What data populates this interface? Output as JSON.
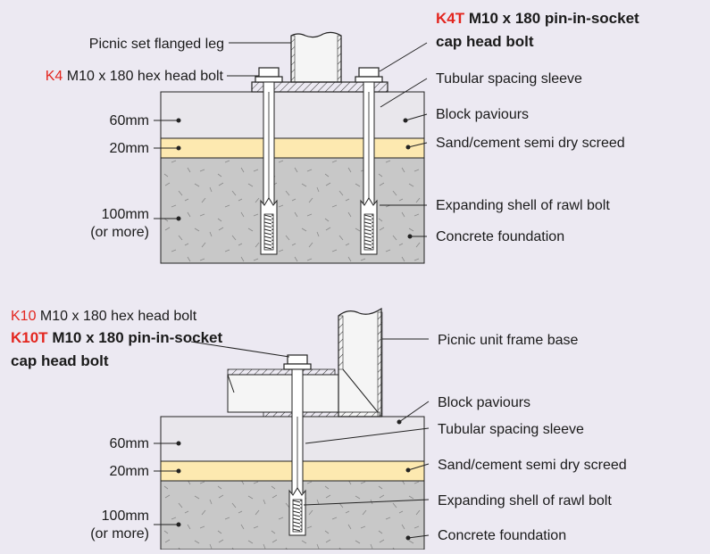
{
  "diagram1": {
    "leg_label": "Picnic set flanged leg",
    "bolt_code": "K4",
    "bolt_desc": "M10 x 180 hex head bolt",
    "alt_code": "K4T",
    "alt_line1": "M10 x 180 pin-in-socket",
    "alt_line2": "cap head bolt",
    "dim_60": "60mm",
    "dim_20": "20mm",
    "dim_100": "100mm",
    "dim_100_note": "(or more)",
    "sleeve": "Tubular spacing sleeve",
    "paviours": "Block paviours",
    "screed": "Sand/cement semi dry screed",
    "shell": "Expanding shell of rawl bolt",
    "foundation": "Concrete foundation"
  },
  "diagram2": {
    "bolt_code": "K10",
    "bolt_desc": "M10 x 180 hex head bolt",
    "alt_code": "K10T",
    "alt_line1": "M10 x 180 pin-in-socket",
    "alt_line2": "cap head bolt",
    "frame": "Picnic unit frame base",
    "paviours": "Block paviours",
    "sleeve": "Tubular spacing sleeve",
    "screed": "Sand/cement semi dry screed",
    "shell": "Expanding shell of rawl bolt",
    "foundation": "Concrete foundation",
    "dim_60": "60mm",
    "dim_20": "20mm",
    "dim_100": "100mm",
    "dim_100_note": "(or more)"
  },
  "colors": {
    "background": "#ece9f2",
    "paviour": "#e9e7ec",
    "screed": "#fde9b0",
    "concrete": "#c8c8c8",
    "accent_red": "#e3261f",
    "line": "#222222"
  }
}
